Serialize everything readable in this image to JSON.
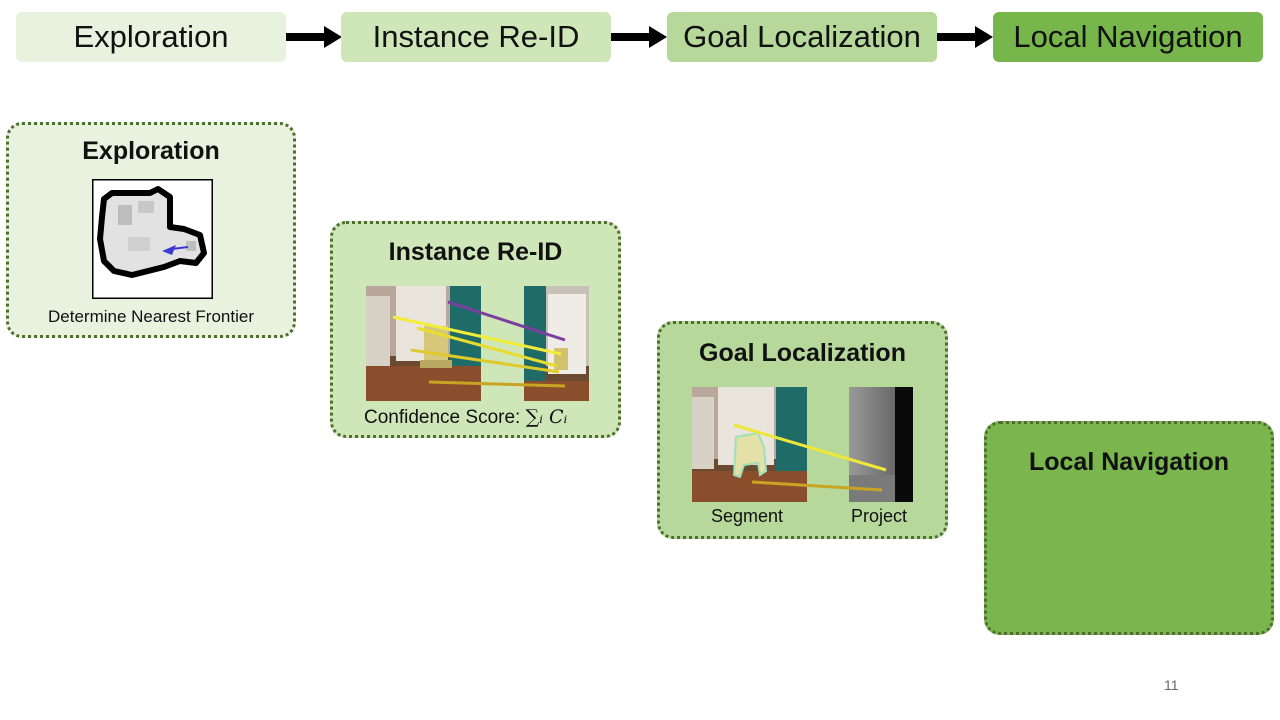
{
  "pipeline": {
    "stages": [
      "Exploration",
      "Instance Re-ID",
      "Goal Localization",
      "Local Navigation"
    ],
    "colors": [
      "#e8f2de",
      "#cfe6b9",
      "#b6d89b",
      "#76b64a"
    ]
  },
  "exploration": {
    "title": "Exploration",
    "caption": "Determine Nearest Frontier"
  },
  "reid": {
    "title": "Instance Re-ID",
    "caption_prefix": "Confidence Score: ",
    "caption_formula": "∑ᵢ Cᵢ"
  },
  "goal": {
    "title": "Goal Localization",
    "label_segment": "Segment",
    "label_project": "Project"
  },
  "local": {
    "title": "Local Navigation"
  },
  "page_number": "11"
}
